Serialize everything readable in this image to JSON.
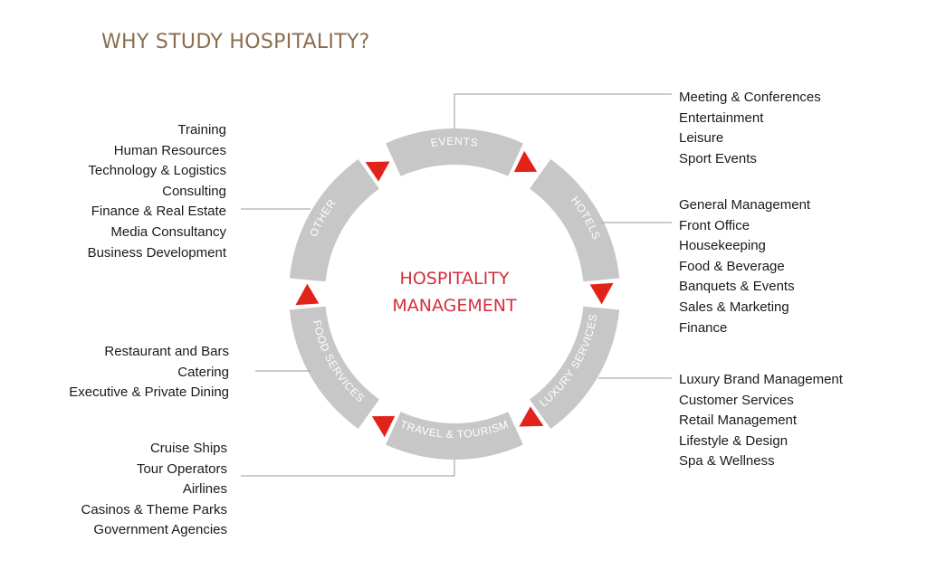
{
  "page": {
    "title": "WHY STUDY HOSPITALITY?"
  },
  "diagram": {
    "center_label_lines": [
      "HOSPITALITY",
      "MANAGEMENT"
    ],
    "colors": {
      "ring": "#c7c7c7",
      "arrow": "#e2231a",
      "center_text": "#d3303e",
      "segment_text": "#ffffff",
      "connector": "#9a9a9a",
      "title": "#8b6d4e"
    },
    "segments": [
      {
        "id": "events",
        "label": "EVENTS",
        "items": [
          "Meeting & Conferences",
          "Entertainment",
          "Leisure",
          "Sport Events"
        ]
      },
      {
        "id": "hotels",
        "label": "HOTELS",
        "items": [
          "General Management",
          "Front Office",
          "Housekeeping",
          "Food & Beverage",
          "Banquets & Events",
          "Sales & Marketing",
          "Finance"
        ]
      },
      {
        "id": "luxury-services",
        "label": "LUXURY SERVICES",
        "items": [
          "Luxury Brand Management",
          "Customer Services",
          "Retail Management",
          "Lifestyle & Design",
          "Spa & Wellness"
        ]
      },
      {
        "id": "travel-tourism",
        "label": "TRAVEL & TOURISM",
        "items": [
          "Cruise Ships",
          "Tour Operators",
          "Airlines",
          "Casinos & Theme Parks",
          "Government Agencies"
        ]
      },
      {
        "id": "food-services",
        "label": "FOOD SERVICES",
        "items": [
          "Restaurant and Bars",
          "Catering",
          "Executive & Private Dining"
        ]
      },
      {
        "id": "other",
        "label": "OTHER",
        "items": [
          "Training",
          "Human Resources",
          "Technology & Logistics",
          "Consulting",
          "Finance & Real Estate",
          "Media Consultancy",
          "Business Development"
        ]
      }
    ]
  }
}
